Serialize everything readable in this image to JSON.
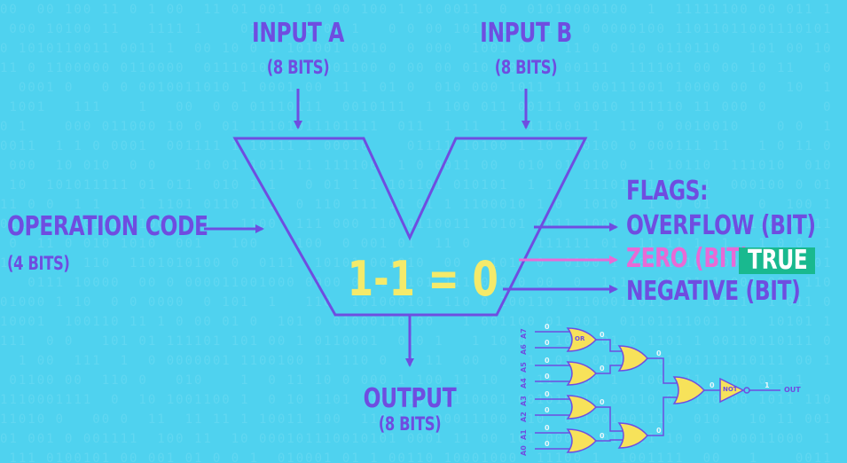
{
  "diagram": {
    "input_a": {
      "title": "INPUT A",
      "bits": "(8 BITS)"
    },
    "input_b": {
      "title": "INPUT B",
      "bits": "(8 BITS)"
    },
    "opcode": {
      "title": "OPERATION CODE",
      "bits": "(4 BITS)"
    },
    "output": {
      "title": "OUTPUT",
      "bits": "(8 BITS)"
    },
    "expression": "1-1 = 0",
    "flags": {
      "title": "FLAGS:",
      "overflow": "OVERFLOW (BIT)",
      "zero": "ZERO (BIT)",
      "zero_value": "TRUE",
      "negative": "NEGATIVE (BIT)"
    },
    "gates": {
      "inputs": [
        "A7",
        "A6",
        "A5",
        "A4",
        "A3",
        "A2",
        "A1",
        "A0"
      ],
      "input_values": [
        "0",
        "0",
        "0",
        "0",
        "0",
        "0",
        "0",
        "0"
      ],
      "or_label": "OR",
      "stage1_values": [
        "0",
        "0",
        "0",
        "0"
      ],
      "stage2_values": [
        "0",
        "0"
      ],
      "stage3_value": "0",
      "not_label": "NOT",
      "out_value": "1",
      "out_label": "OUT"
    },
    "colors": {
      "background": "#4fd2ef",
      "label": "#6f4de0",
      "expression": "#f4ea6a",
      "zero_highlight": "#e86ad6",
      "true_badge": "#19b98f",
      "gate_fill": "#f7e25a"
    }
  }
}
